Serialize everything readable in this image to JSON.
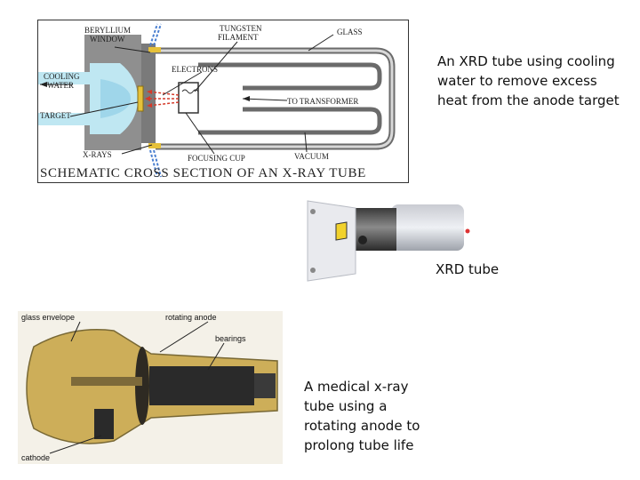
{
  "slide": {
    "captions": {
      "xrd_cooling": "An XRD tube using cooling water to remove excess heat from the anode target",
      "xrd_tube": "XRD tube",
      "medical": "A medical x-ray tube using a rotating anode to prolong tube life"
    }
  },
  "schematic": {
    "title": "SCHEMATIC CROSS SECTION OF AN X-RAY TUBE",
    "labels": {
      "beryllium_window": [
        "BERYLLIUM",
        "WINDOW"
      ],
      "tungsten_filament": [
        "TUNGSTEN",
        "FILAMENT"
      ],
      "glass": "GLASS",
      "cooling_water": [
        "COOLING",
        "WATER"
      ],
      "electrons": "ELECTRONS",
      "target": "TARGET",
      "to_transformer": "TO TRANSFORMER",
      "x_rays": "X-RAYS",
      "focusing_cup": "FOCUSING CUP",
      "vacuum": "VACUUM"
    }
  },
  "medical_photo": {
    "labels": {
      "glass_envelope": "glass envelope",
      "rotating_anode": "rotating anode",
      "bearings": "bearings",
      "cathode": "cathode"
    }
  }
}
